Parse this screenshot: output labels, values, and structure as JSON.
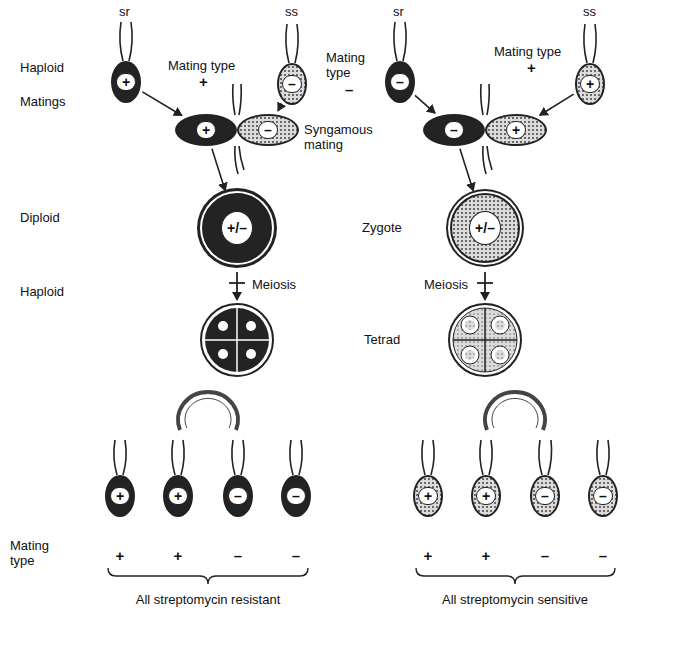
{
  "diagram": {
    "nodes": [
      {
        "text": [
          "+"
        ]
      },
      {
        "text": [
          "–"
        ]
      },
      {
        "text": [
          "–"
        ]
      },
      {
        "text": [
          "+"
        ]
      },
      {
        "text": [
          "+"
        ]
      },
      {
        "text": [
          "–"
        ]
      },
      {
        "text": [
          "–"
        ]
      },
      {
        "text": [
          "+"
        ]
      },
      {
        "text": [
          "+/–"
        ]
      },
      {
        "text": [
          "+/–"
        ]
      },
      {
        "text": [
          "+"
        ]
      },
      {
        "text": [
          "+"
        ]
      },
      {
        "text": [
          "–"
        ]
      },
      {
        "text": [
          "–"
        ]
      },
      {
        "text": [
          "+"
        ]
      },
      {
        "text": [
          "+"
        ]
      },
      {
        "text": [
          "–"
        ]
      },
      {
        "text": [
          "–"
        ]
      }
    ],
    "edges": [
      {
        "from": 0,
        "to": 4,
        "arrow": "to"
      },
      {
        "from": 1,
        "to": 5,
        "arrow": "to"
      },
      {
        "from": 2,
        "to": 6,
        "arrow": "to"
      },
      {
        "from": 3,
        "to": 7,
        "arrow": "to"
      },
      {
        "from": 4,
        "to": 8,
        "arrow": "to"
      },
      {
        "from": 6,
        "to": 9,
        "arrow": "to"
      }
    ],
    "labels": [
      "sr",
      "ss",
      "sr",
      "ss",
      "Mating type",
      "+",
      "Haploid",
      "Mating type",
      "+",
      "Mating type",
      "–",
      "Matings",
      "Syngamous mating",
      "Diploid",
      "Zygote",
      "Haploid",
      "Meiosis",
      "Meiosis",
      "Tetrad",
      "Mating type",
      "+",
      "+",
      "–",
      "–",
      "All streptomycin resistant",
      "+",
      "+",
      "–",
      "–",
      "All streptomycin sensitive"
    ]
  }
}
